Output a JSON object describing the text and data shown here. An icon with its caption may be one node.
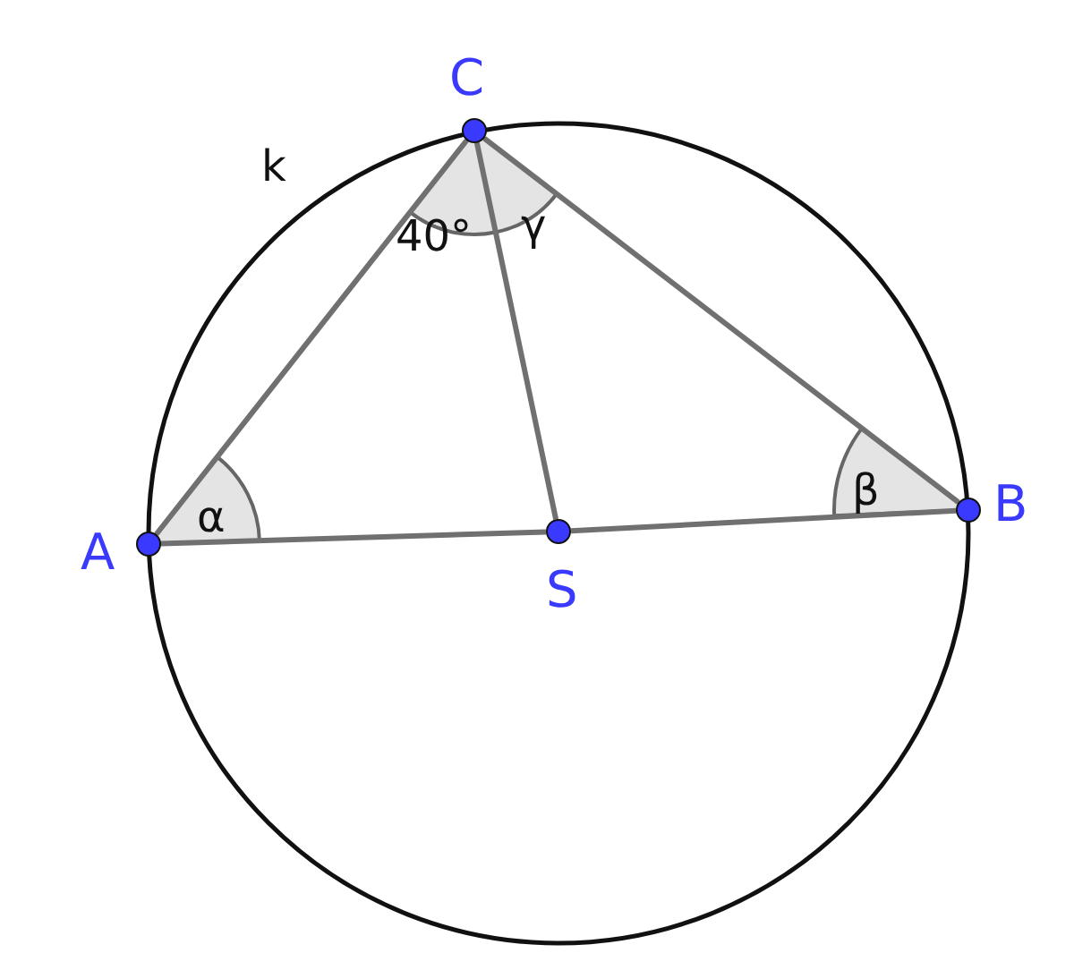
{
  "diagram": {
    "nodes": [
      {
        "text": [
          "C"
        ]
      },
      {
        "text": [
          "A"
        ]
      },
      {
        "text": [
          "S"
        ]
      },
      {
        "text": [
          "B"
        ]
      }
    ],
    "edges": [
      {
        "from": 0,
        "to": 1,
        "arrow": "none"
      },
      {
        "from": 0,
        "to": 2,
        "arrow": "none"
      },
      {
        "from": 0,
        "to": 3,
        "arrow": "none"
      },
      {
        "from": 1,
        "to": 2,
        "arrow": "none"
      },
      {
        "from": 2,
        "to": 3,
        "arrow": "none"
      }
    ],
    "labels": [
      "k",
      "40°",
      "γ",
      "α",
      "β"
    ]
  }
}
